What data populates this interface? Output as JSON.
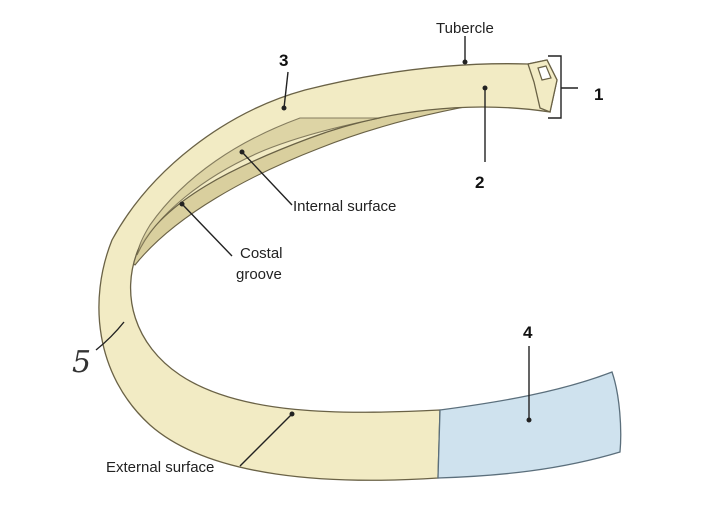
{
  "labels": {
    "tubercle": "Tubercle",
    "num_1": "1",
    "num_2": "2",
    "num_3": "3",
    "num_4": "4",
    "num_5": "5",
    "internal_surface": "Internal surface",
    "costal_groove_line1": "Costal",
    "costal_groove_line2": "groove",
    "external_surface": "External surface"
  },
  "colors": {
    "bone_fill": "#f2ebc4",
    "bone_shadow": "#d9cf9e",
    "bone_outline": "#6a6246",
    "cartilage_fill": "#cfe2ee",
    "cartilage_outline": "#5b6f7c",
    "leader": "#222222"
  }
}
